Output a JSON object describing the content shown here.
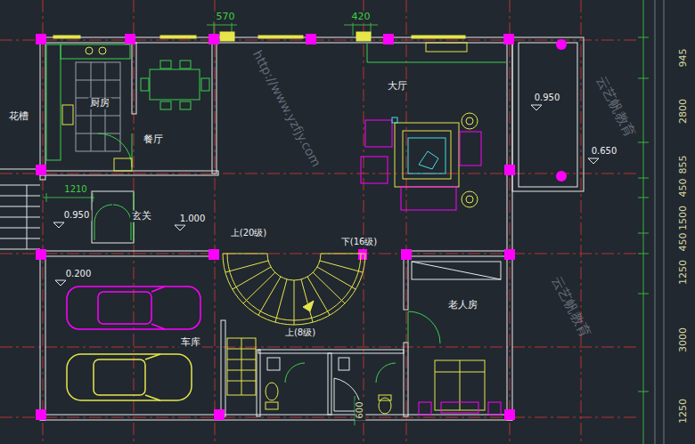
{
  "diagram": {
    "labels": [
      "570",
      "420",
      "花槽",
      "厨房",
      "餐厅",
      "大厅",
      "0.950",
      "0.650",
      "1210",
      "0.950",
      "玄关",
      "1.000",
      "上(20级)",
      "下(16级)",
      "0.200",
      "老人房",
      "车库",
      "上(8级)",
      "600",
      "945",
      "2800",
      "855",
      "450",
      "1500",
      "450",
      "1250",
      "3000",
      "1250",
      "http://www.yzfjy.com",
      "云艺帆教育",
      "云艺帆教育"
    ]
  }
}
